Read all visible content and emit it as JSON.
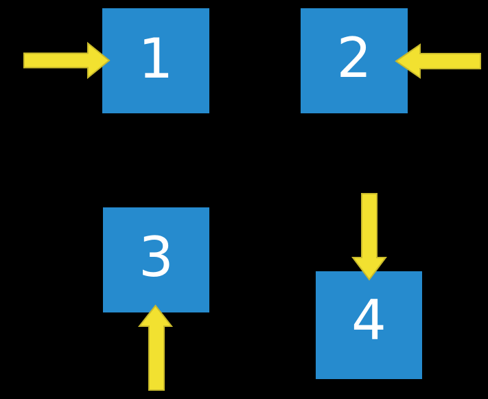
{
  "diagram": {
    "background_color": "#000000",
    "box_color": "#268BCE",
    "label_color": "#FFFFFF",
    "arrow_fill": "#F2E130",
    "arrow_outline": "#C9BA2B",
    "boxes": [
      {
        "label": "1",
        "arrow": {
          "direction": "right",
          "enters_from": "left"
        }
      },
      {
        "label": "2",
        "arrow": {
          "direction": "left",
          "enters_from": "right"
        }
      },
      {
        "label": "3",
        "arrow": {
          "direction": "up",
          "enters_from": "bottom"
        }
      },
      {
        "label": "4",
        "arrow": {
          "direction": "down",
          "enters_from": "top"
        }
      }
    ]
  }
}
